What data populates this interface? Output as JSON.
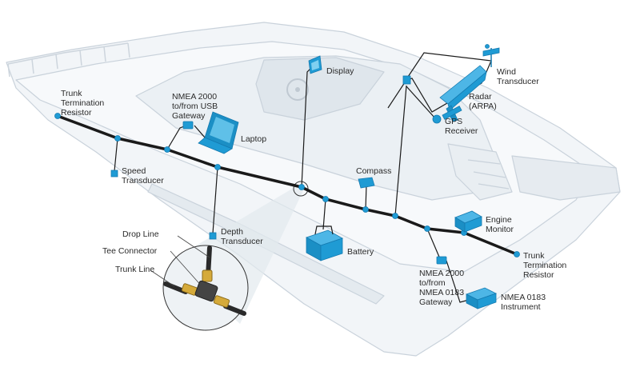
{
  "diagram": {
    "colors": {
      "hull_fill": "#f2f5f8",
      "hull_stroke": "#c9d2db",
      "trunk": "#1a1a1a",
      "device": "#1f9bd4",
      "device_dark": "#147ab0",
      "zoom_fill": "#eef2f5"
    },
    "labels": {
      "trunk_termination_left": [
        "Trunk",
        "Termination",
        "Resistor"
      ],
      "usb_gateway": [
        "NMEA 2000",
        "to/from USB",
        "Gateway"
      ],
      "laptop": "Laptop",
      "display": "Display",
      "wind_transducer": [
        "Wind",
        "Transducer"
      ],
      "radar": [
        "Radar",
        "(ARPA)"
      ],
      "gps": [
        "GPS",
        "Receiver"
      ],
      "speed_transducer": [
        "Speed",
        "Transducer"
      ],
      "compass": "Compass",
      "engine_monitor": [
        "Engine",
        "Monitor"
      ],
      "depth_transducer": [
        "Depth",
        "Transducer"
      ],
      "battery": "Battery",
      "trunk_termination_right": [
        "Trunk",
        "Termination",
        "Resistor"
      ],
      "nmea0183_gateway": [
        "NMEA 2000",
        "to/from",
        "NMEA 0183",
        "Gateway"
      ],
      "nmea0183_instrument": [
        "NMEA 0183",
        "Instrument"
      ],
      "drop_line": "Drop Line",
      "tee_connector": "Tee Connector",
      "trunk_line": "Trunk Line"
    }
  }
}
